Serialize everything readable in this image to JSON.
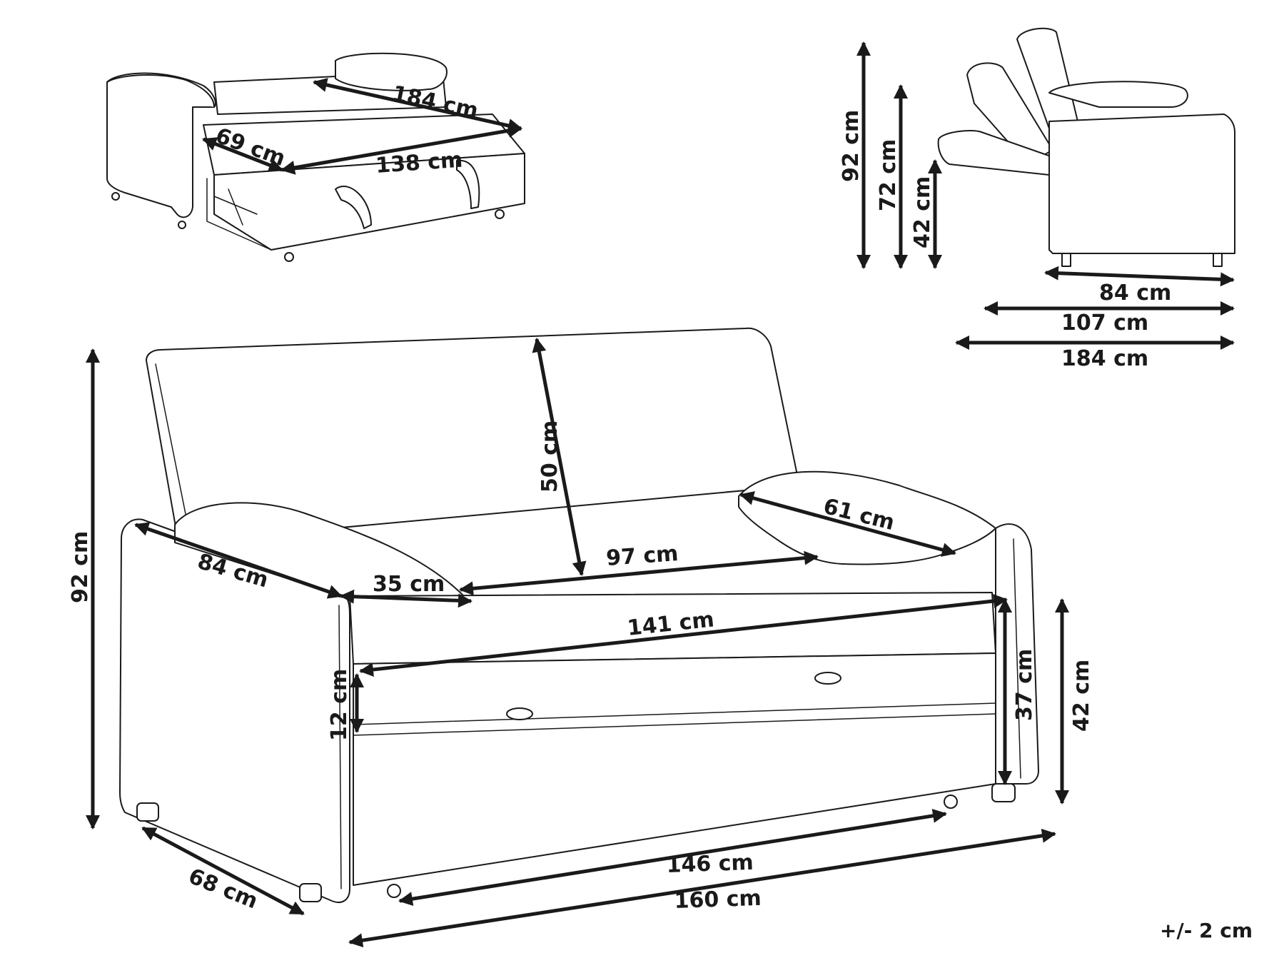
{
  "tolerance": "+/- 2 cm",
  "dimensions": {
    "bed_length_184": "184 cm",
    "bed_width_69": "69 cm",
    "bed_width_138": "138 cm",
    "side_height_92": "92 cm",
    "side_height_72": "72 cm",
    "side_height_42": "42 cm",
    "side_depth_84": "84 cm",
    "side_depth_107": "107 cm",
    "side_depth_184": "184 cm",
    "front_height_92": "92 cm",
    "backrest_50": "50 cm",
    "arm_depth_84": "84 cm",
    "armrest_35": "35 cm",
    "cushion_61": "61 cm",
    "seat_width_97": "97 cm",
    "seat_width_141": "141 cm",
    "drawer_12": "12 cm",
    "seat_height_37": "37 cm",
    "total_height_42": "42 cm",
    "depth_68": "68 cm",
    "width_146": "146 cm",
    "width_160": "160 cm"
  },
  "colors": {
    "line": "#1a1a1a",
    "fill": "#ffffff"
  }
}
